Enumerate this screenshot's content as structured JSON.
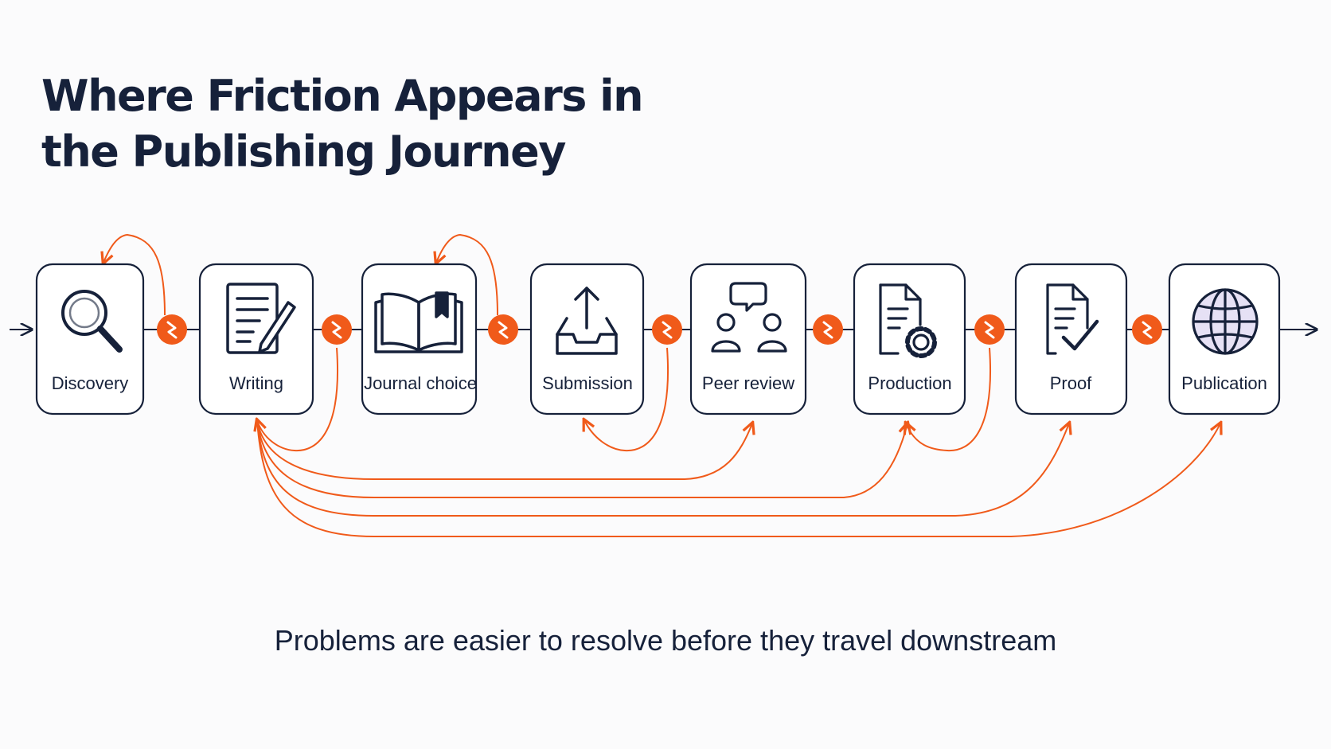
{
  "title": {
    "line1": "Where Friction Appears in",
    "line2": "the Publishing Journey"
  },
  "stages": [
    {
      "label": "Discovery",
      "icon": "magnifier-icon"
    },
    {
      "label": "Writing",
      "icon": "document-pencil-icon"
    },
    {
      "label": "Journal choice",
      "icon": "open-book-icon"
    },
    {
      "label": "Submission",
      "icon": "upload-tray-icon"
    },
    {
      "label": "Peer review",
      "icon": "reviewers-chat-icon"
    },
    {
      "label": "Production",
      "icon": "document-gear-icon"
    },
    {
      "label": "Proof",
      "icon": "document-check-icon"
    },
    {
      "label": "Publication",
      "icon": "globe-icon"
    }
  ],
  "friction_marker_icon": "lightning-icon",
  "caption": "Problems are easier to resolve before they travel downstream",
  "colors": {
    "ink": "#16213a",
    "accent": "#f05a1a",
    "globe_fill": "#e6e1f5",
    "background": "#fbfbfc"
  }
}
